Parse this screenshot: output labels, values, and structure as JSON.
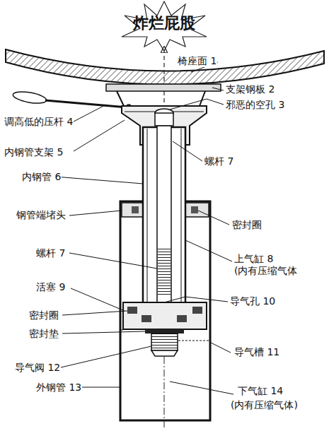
{
  "diagram": {
    "title": "炸烂屁股",
    "labels": [
      "椅座面 1",
      "支架钢板 2",
      "邪恶的空孔 3",
      "调高低的压杆 4",
      "内钢管支架 5",
      "螺杆 7",
      "内钢管 6",
      "钢管端堵头",
      "密封圈",
      "螺杆 7",
      "上气缸 8 (内有压缩气体",
      "活塞 9",
      "导气孔 10",
      "密封圈",
      "密封垫",
      "导气槽 11",
      "导气阀 12",
      "外钢管 13",
      "下气缸 14",
      "(内有压缩气体)"
    ]
  }
}
